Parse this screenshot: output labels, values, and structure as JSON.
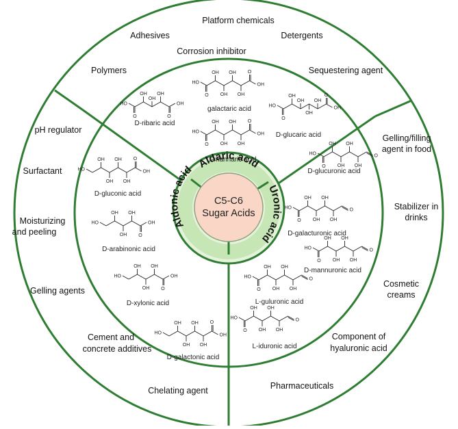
{
  "center": {
    "line1": "C5-C6",
    "line2": "Sugar Acids"
  },
  "colors": {
    "outer_ring": "#2e7d32",
    "light_green": "#e6f3dc",
    "mid_green": "#c7e6b5",
    "center_fill": "#f9d6c6",
    "center_stroke": "#8fa37f"
  },
  "classes": {
    "aldaric": "Aldaric acid",
    "uronic": "Uronic acid",
    "aldonic": "Aldonic acid"
  },
  "compounds": {
    "aldaric": [
      "D-ribaric acid",
      "galactaric acid",
      "D-glucaric acid",
      "D-mannaric acid"
    ],
    "uronic": [
      "D-glucuronic acid",
      "D-galacturonic acid",
      "D-mannuronic acid",
      "L-guluronic acid",
      "L-iduronic acid"
    ],
    "aldonic": [
      "D-gluconic acid",
      "D-arabinonic acid",
      "D-xylonic acid",
      "D-galactonic acid"
    ]
  },
  "atoms": {
    "hydroxyl": "OH",
    "hydroxyl_left": "HO",
    "oxygen": "O"
  },
  "applications": {
    "aldaric": [
      "Platform chemicals",
      "Adhesives",
      "Detergents",
      "Corrosion inhibitor",
      "Polymers",
      "Sequestering agent"
    ],
    "uronic": [
      "Gelling/filling",
      "agent in food",
      "Stabilizer in",
      "drinks",
      "Cosmetic",
      "creams",
      "Component of",
      "hyaluronic acid",
      "Pharmaceuticals"
    ],
    "aldonic": [
      "pH regulator",
      "Surfactant",
      "Moisturizing",
      "and peeling",
      "Gelling agents",
      "Cement and",
      "concrete additives",
      "Chelating agent"
    ]
  }
}
